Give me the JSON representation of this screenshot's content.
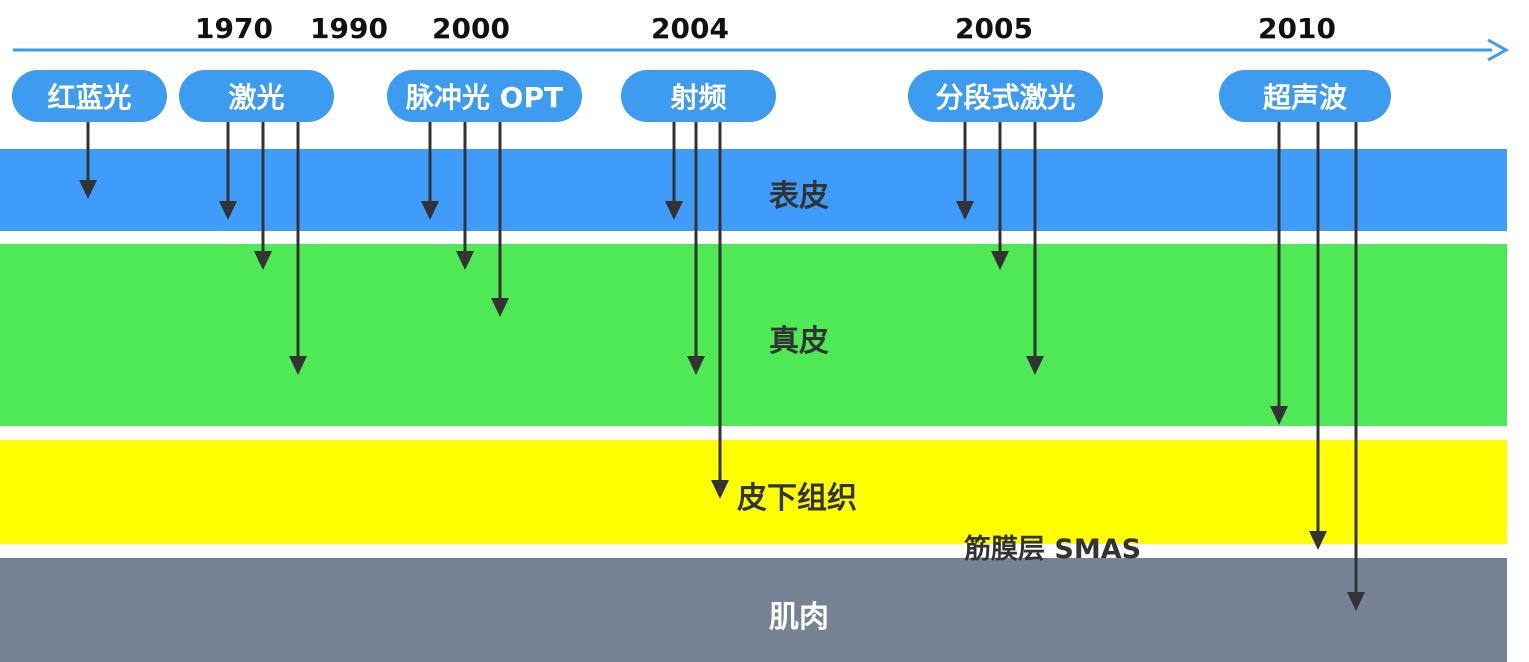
{
  "timeline": {
    "years": [
      "1970",
      "1990",
      "2000",
      "2004",
      "2005",
      "2010"
    ],
    "axis_color": "#3d9bf0"
  },
  "technologies": [
    {
      "id": "red-blue-light",
      "label": "红蓝光"
    },
    {
      "id": "laser",
      "label": "激光"
    },
    {
      "id": "ipl-opt",
      "label": "脉冲光 OPT"
    },
    {
      "id": "radiofrequency",
      "label": "射频"
    },
    {
      "id": "fractional-laser",
      "label": "分段式激光"
    },
    {
      "id": "ultrasound",
      "label": "超声波"
    }
  ],
  "layers": {
    "epidermis": {
      "label": "表皮",
      "color": "#409cfb"
    },
    "dermis": {
      "label": "真皮",
      "color": "#4fe955"
    },
    "subcutaneous": {
      "label": "皮下组织",
      "color": "#ffff00"
    },
    "smas": {
      "label": "筋膜层 SMAS"
    },
    "muscle": {
      "label": "肌肉",
      "color": "#768394"
    }
  },
  "arrow_color": "#333333"
}
